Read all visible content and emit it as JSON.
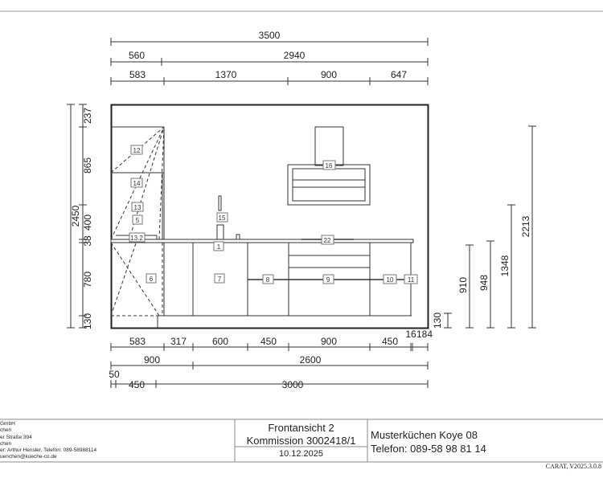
{
  "drawing": {
    "top_dims": {
      "total": "3500",
      "row2": [
        "560",
        "2940"
      ],
      "row3": [
        "583",
        "1370",
        "900",
        "647"
      ]
    },
    "bottom_dims": {
      "row1": [
        "583",
        "317",
        "600",
        "450",
        "900",
        "450",
        "16",
        "184"
      ],
      "row2": [
        "900",
        "2600"
      ],
      "row3": [
        "50",
        "450",
        "3000"
      ]
    },
    "left_dims": {
      "total": "2450",
      "segments": [
        "237",
        "865",
        "400",
        "38",
        "780",
        "130"
      ]
    },
    "right_dims": [
      "130",
      "910",
      "948",
      "1348",
      "2213"
    ],
    "labels": [
      "12",
      "14",
      "13",
      "5",
      "13.2",
      "6",
      "15",
      "1",
      "7",
      "8",
      "9",
      "10",
      "11",
      "16",
      "22"
    ]
  },
  "title_block": {
    "company_lines": [
      "GmbH",
      "chen",
      "er Straße 394",
      "chen",
      "er: Arthur Hensler, Telefon: 089-58988114",
      "uenchen@kueche-co.de"
    ],
    "view_name": "Frontansicht 2",
    "commission": "Kommission 3002418/1",
    "date": "10.12.2025",
    "customer": "Musterküchen Koye 08",
    "phone": "Telefon: 089-58 98 81 14",
    "software": "CARAT,  V2025.3.0.8"
  }
}
